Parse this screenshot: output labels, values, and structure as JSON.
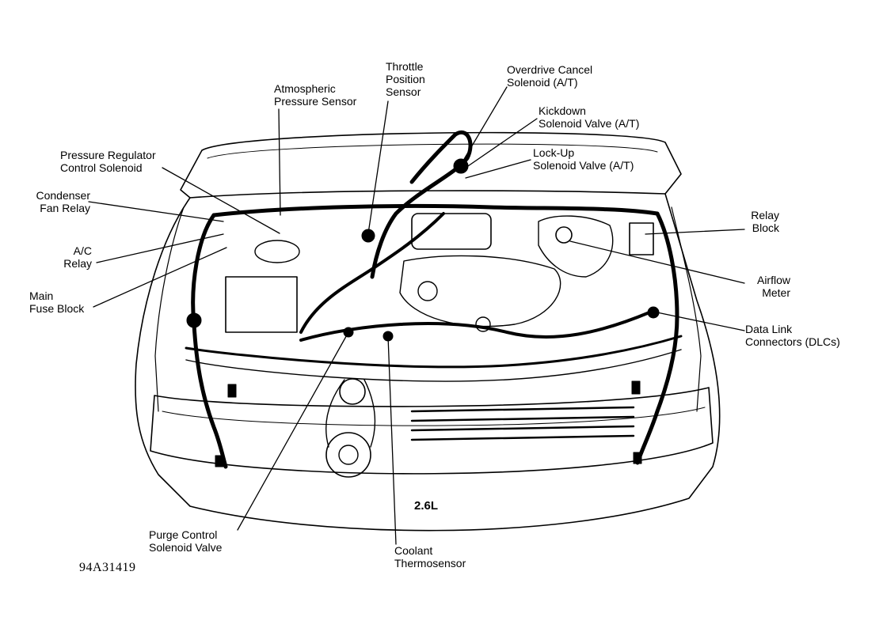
{
  "diagram": {
    "engine": "2.6L",
    "figure_code": "94A31419",
    "callouts": [
      {
        "key": "atmospheric",
        "lines": [
          "Atmospheric",
          "Pressure Sensor"
        ]
      },
      {
        "key": "throttle",
        "lines": [
          "Throttle",
          "Position",
          "Sensor"
        ]
      },
      {
        "key": "overdrive",
        "lines": [
          "Overdrive Cancel",
          "Solenoid (A/T)"
        ]
      },
      {
        "key": "kickdown",
        "lines": [
          "Kickdown",
          "Solenoid Valve (A/T)"
        ]
      },
      {
        "key": "lockup",
        "lines": [
          "Lock-Up",
          "Solenoid Valve (A/T)"
        ]
      },
      {
        "key": "pressure_reg",
        "lines": [
          "Pressure Regulator",
          "Control Solenoid"
        ]
      },
      {
        "key": "condenser",
        "lines": [
          "Condenser",
          "Fan Relay"
        ]
      },
      {
        "key": "ac_relay",
        "lines": [
          "A/C",
          "Relay"
        ]
      },
      {
        "key": "main_fuse",
        "lines": [
          "Main",
          "Fuse Block"
        ]
      },
      {
        "key": "relay_block",
        "lines": [
          "Relay",
          "Block"
        ]
      },
      {
        "key": "airflow",
        "lines": [
          "Airflow",
          "Meter"
        ]
      },
      {
        "key": "dlc",
        "lines": [
          "Data Link",
          "Connectors (DLCs)"
        ]
      },
      {
        "key": "purge",
        "lines": [
          "Purge Control",
          "Solenoid Valve"
        ]
      },
      {
        "key": "coolant",
        "lines": [
          "Coolant",
          "Thermosensor"
        ]
      }
    ]
  }
}
